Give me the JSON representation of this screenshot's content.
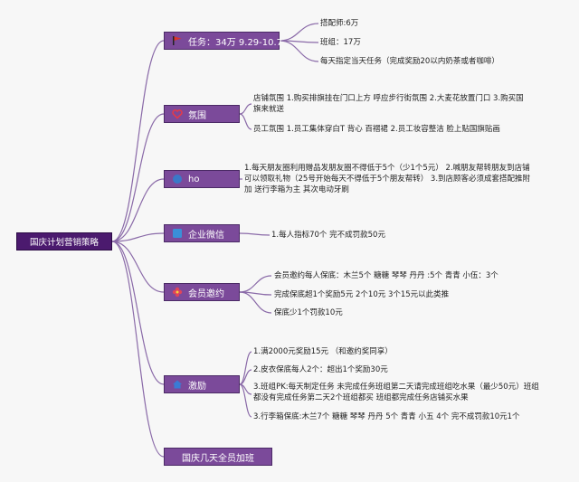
{
  "root": {
    "label": "国庆计划营销策略"
  },
  "branches": [
    {
      "label": "任务：34万 9.29-10.7",
      "icon": "flag-icon",
      "items": [
        "搭配师:6万",
        "班组：17万",
        "每天指定当天任务（完成奖励20以内奶茶或者咖啡）"
      ]
    },
    {
      "label": "氛围",
      "icon": "heart-icon",
      "items": [
        "店铺氛围 1.购买排旗挂在门口上方 呼应步行街氛围 2.大麦花放置门口 3.购买国旗来就送",
        "员工氛围 1.员工集体穿白T 背心 百褶裙 2.员工妆容整洁 脸上贴国旗贴画"
      ]
    },
    {
      "label": "ho",
      "icon": "circle-icon",
      "items": [
        "1.每天朋友圈利用赠品发朋友圈不得低于5个（少1个5元） 2.喊朋友帮转朋友到店铺可以领取礼物（25号开始每天不得低于5个朋友帮转） 3.到店顾客必须成套搭配推附加 送行李箱为主 其次电动牙刷"
      ]
    },
    {
      "label": "企业微信",
      "icon": "square-icon",
      "items": [
        "1.每人指标70个 完不成罚款50元"
      ]
    },
    {
      "label": "会员邀约",
      "icon": "flower-icon",
      "items": [
        "会员邀约每人保底：木兰5个 糖糖 琴琴 丹丹 :5个 青青 小伍：3个",
        "完成保底超1个奖励5元 2个10元 3个15元以此类推",
        "保底少1个罚款10元"
      ]
    },
    {
      "label": "激励",
      "icon": "house-icon",
      "items": [
        "1.满2000元奖励15元 （和邀约奖同享）",
        "2.皮衣保底每人2个：超出1个奖励30元",
        "3.班组PK:每天制定任务 未完成任务班组第二天请完成班组吃水果（最少50元）班组都没有完成任务第二天2个班组都买 班组都完成任务店铺买水果",
        "3.行李箱保底:木兰7个 糖糖 琴琴 丹丹 5个 青青 小五 4个 完不成罚款10元1个"
      ]
    },
    {
      "label": "国庆几天全员加班",
      "icon": "",
      "items": []
    }
  ],
  "colors": {
    "node_fill": "#7b4a9a",
    "root_fill": "#4b1a6e",
    "line": "#8a6aa8",
    "flag": "#d9342b",
    "heart": "#e23a4a",
    "circle": "#3a78c8",
    "square": "#3a8fd8",
    "flower": "#e0455a",
    "house": "#3a7bd5"
  }
}
